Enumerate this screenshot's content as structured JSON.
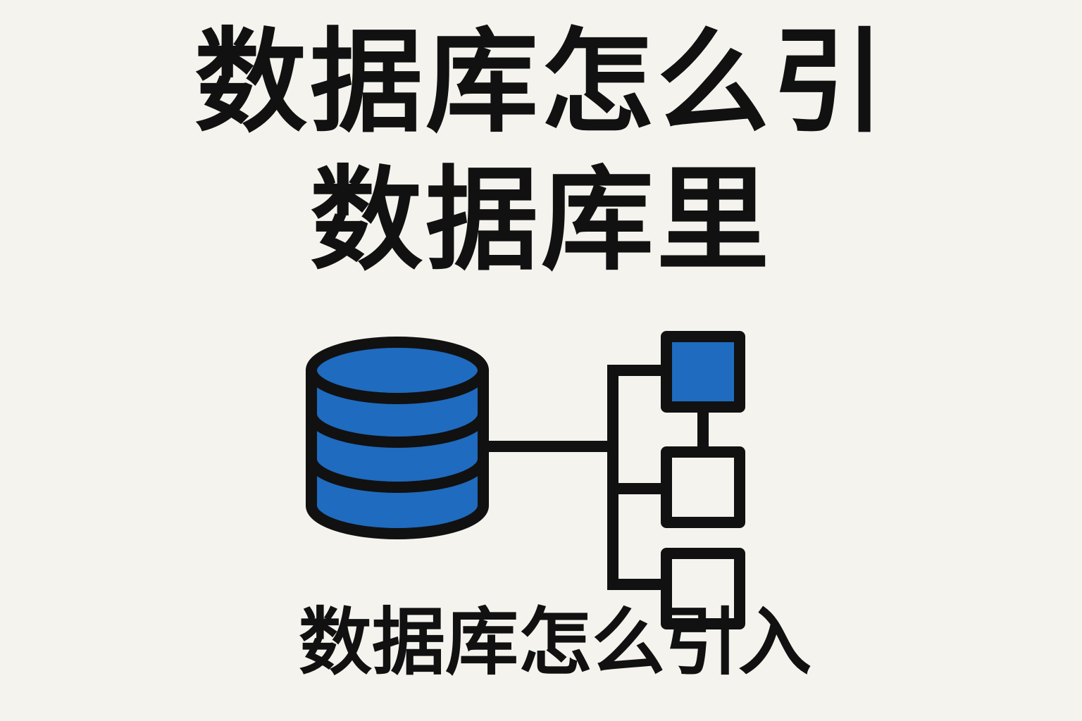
{
  "title": {
    "line1": "数据库怎么引",
    "line2": "数据库里"
  },
  "caption": "数据库怎么引入",
  "colors": {
    "background": "#f4f3ee",
    "accent": "#1f6bbf",
    "stroke": "#111111",
    "box_fill": "#f4f3ee"
  },
  "illustration": {
    "database_icon": "database-cylinder-icon",
    "tree_icon": "hierarchy-tree-icon",
    "tree_nodes": [
      {
        "name": "tree-node-top",
        "filled": true
      },
      {
        "name": "tree-node-middle",
        "filled": false
      },
      {
        "name": "tree-node-bottom",
        "filled": false
      }
    ]
  }
}
